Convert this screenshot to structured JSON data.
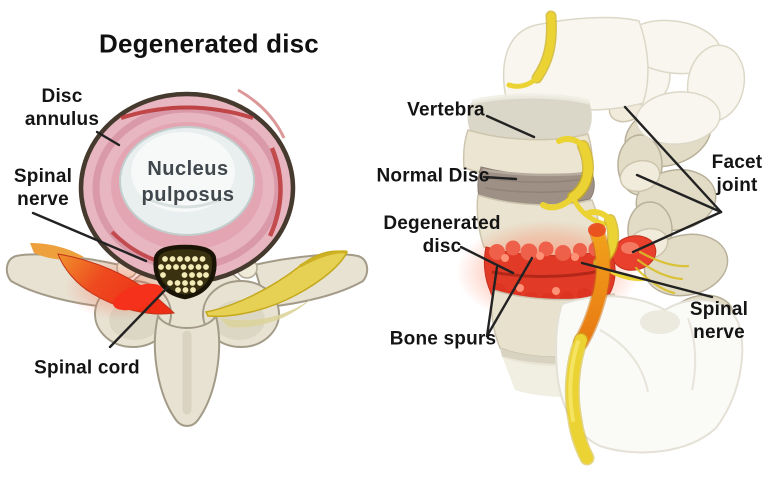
{
  "diagram": {
    "title": "Degenerated disc",
    "left_panel": {
      "view": "axial cross-section of vertebra with degenerated disc",
      "labels": {
        "disc_annulus": "Disc\nannulus",
        "nucleus_pulposus": "Nucleus\npulposus",
        "spinal_nerve": "Spinal\nnerve",
        "spinal_cord": "Spinal cord"
      }
    },
    "right_panel": {
      "view": "lateral view of lumbar spine segment",
      "labels": {
        "vertebra": "Vertebra",
        "normal_disc": "Normal Disc",
        "degenerated_disc": "Degenerated\ndisc",
        "facet_joint": "Facet\njoint",
        "bone_spurs": "Bone spurs",
        "spinal_nerve": "Spinal\nnerve"
      }
    },
    "colors": {
      "background": "#ffffff",
      "label_text": "#141414",
      "bone_beige": "#e8e2d3",
      "bone_white": "#f8f6ee",
      "disc_ring_pink": "#e8b6c0",
      "disc_streak_red": "#b93232",
      "nucleus_white": "#e9efee",
      "normal_disc_gray": "#9e9085",
      "inflamed_red": "#e13a27",
      "nerve_red": "#ee2d15",
      "nerve_orange": "#ea8418",
      "nerve_yellow": "#ecd334",
      "spinal_cord_dark": "#3a3110",
      "cord_dots_cream": "#f3eab6"
    }
  }
}
